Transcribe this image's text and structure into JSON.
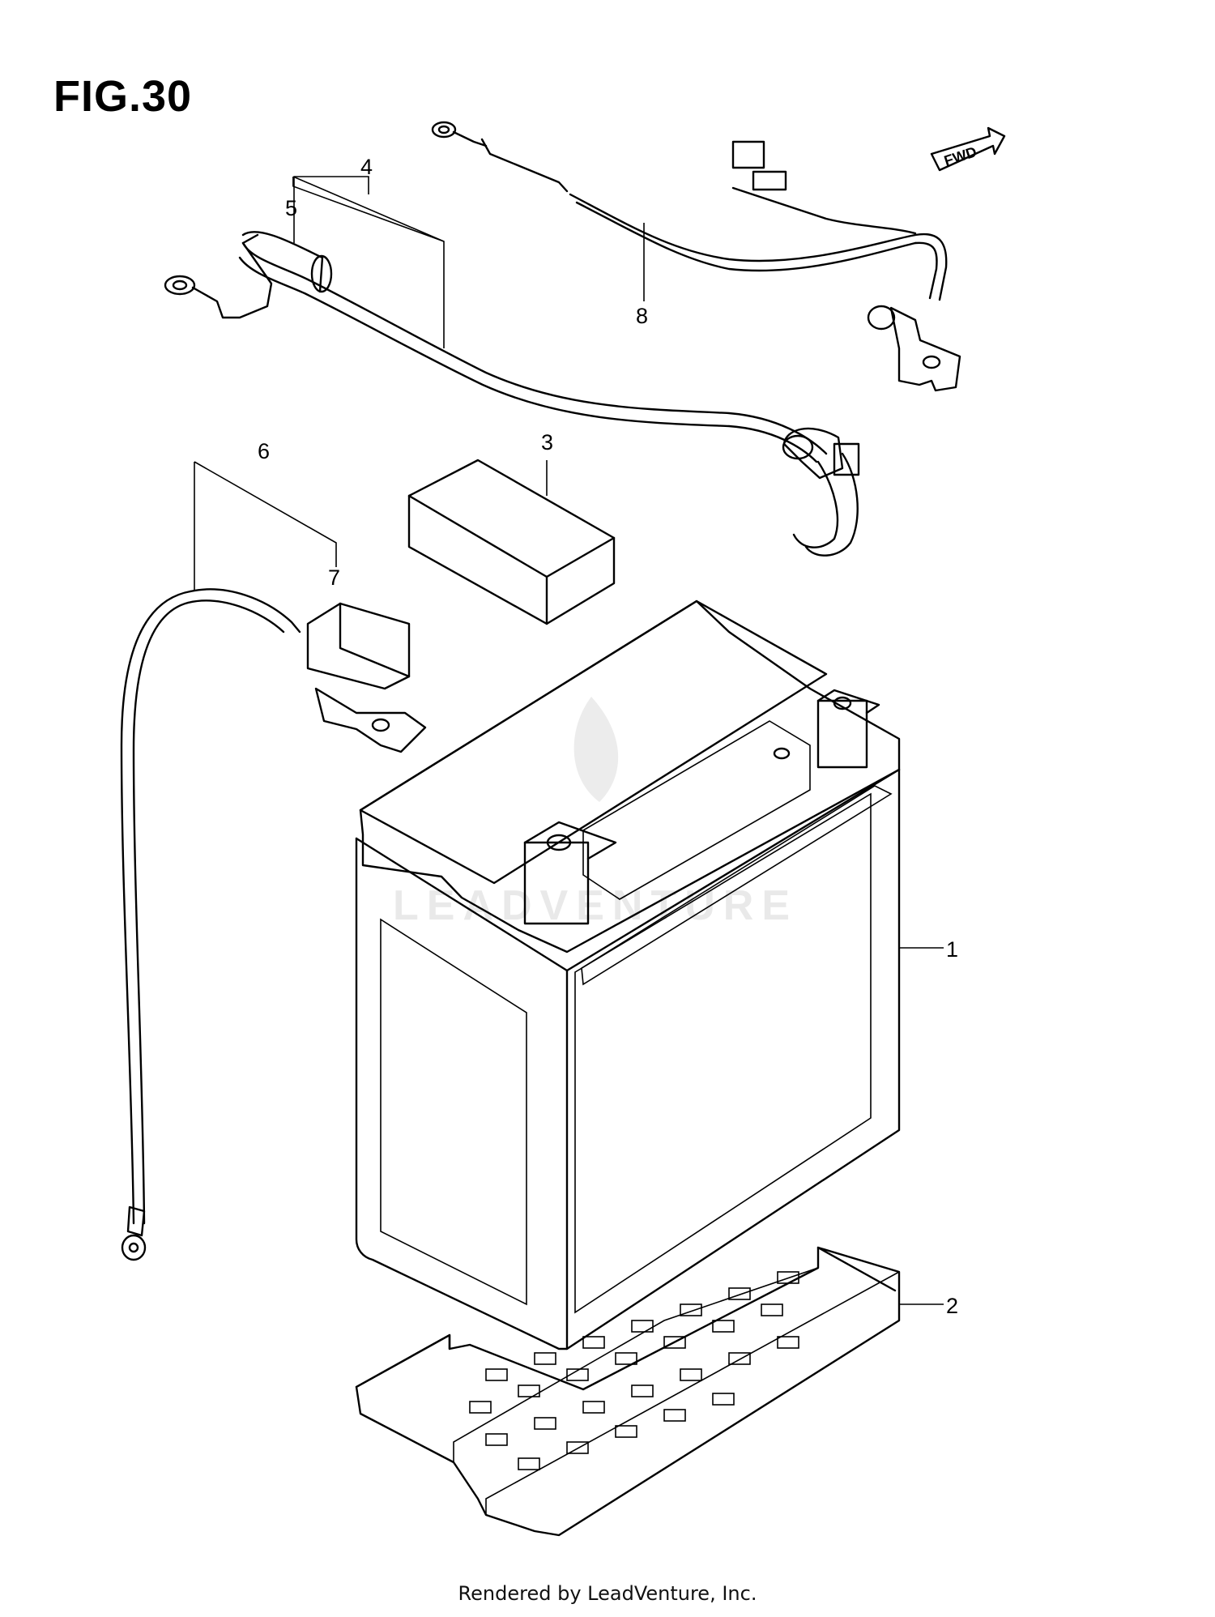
{
  "figure": {
    "title": "FIG.30",
    "direction_label": "FWD",
    "watermark_text": "LEADVENTURE",
    "footer": "Rendered by LeadVenture, Inc."
  },
  "callouts": [
    {
      "id": "1",
      "part": "battery"
    },
    {
      "id": "2",
      "part": "battery-tray"
    },
    {
      "id": "3",
      "part": "spacer-pad"
    },
    {
      "id": "4",
      "part": "positive-cable-assembly"
    },
    {
      "id": "5",
      "part": "positive-terminal-cover"
    },
    {
      "id": "6",
      "part": "negative-cable-assembly"
    },
    {
      "id": "7",
      "part": "negative-terminal-cover"
    },
    {
      "id": "8",
      "part": "ground-wire-harness"
    }
  ],
  "colors": {
    "line": "#000000",
    "background": "#ffffff",
    "watermark": "#e9e9e9"
  }
}
